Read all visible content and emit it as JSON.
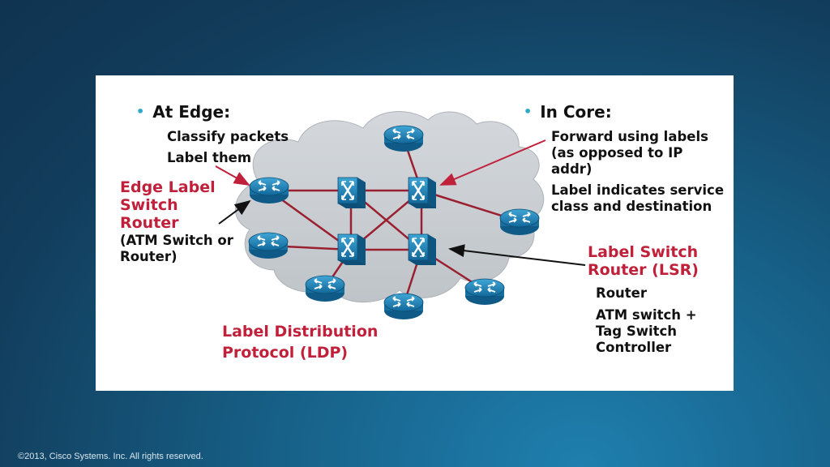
{
  "left": {
    "heading": "At Edge:",
    "points": [
      "Classify packets",
      "Label them"
    ]
  },
  "right": {
    "heading": "In Core:",
    "forward": [
      "Forward using labels",
      "(as opposed to IP",
      "addr)"
    ],
    "indicates": [
      "Label indicates service",
      "class and destination"
    ]
  },
  "edge_router": {
    "title": [
      "Edge Label",
      "Switch",
      "Router"
    ],
    "detail": [
      "(ATM Switch or",
      "Router)"
    ]
  },
  "lsr": {
    "title": [
      "Label Switch",
      "Router (LSR)"
    ],
    "items": [
      "Router"
    ],
    "atm": [
      "ATM switch +",
      "Tag Switch",
      "Controller"
    ]
  },
  "ldp": [
    "Label Distribution",
    "Protocol (LDP)"
  ],
  "footer": "©2013, Cisco Systems. Inc. All rights reserved.",
  "colors": {
    "accent_red": "#c0203a",
    "bullet": "#2aa9c9",
    "device_blue": "#1d7fb3",
    "link": "#9a1f2f",
    "cloud": "#c8cdd2"
  },
  "icons": {
    "edge_routers": "router-icon",
    "core_switches": "atm-switch-icon"
  }
}
